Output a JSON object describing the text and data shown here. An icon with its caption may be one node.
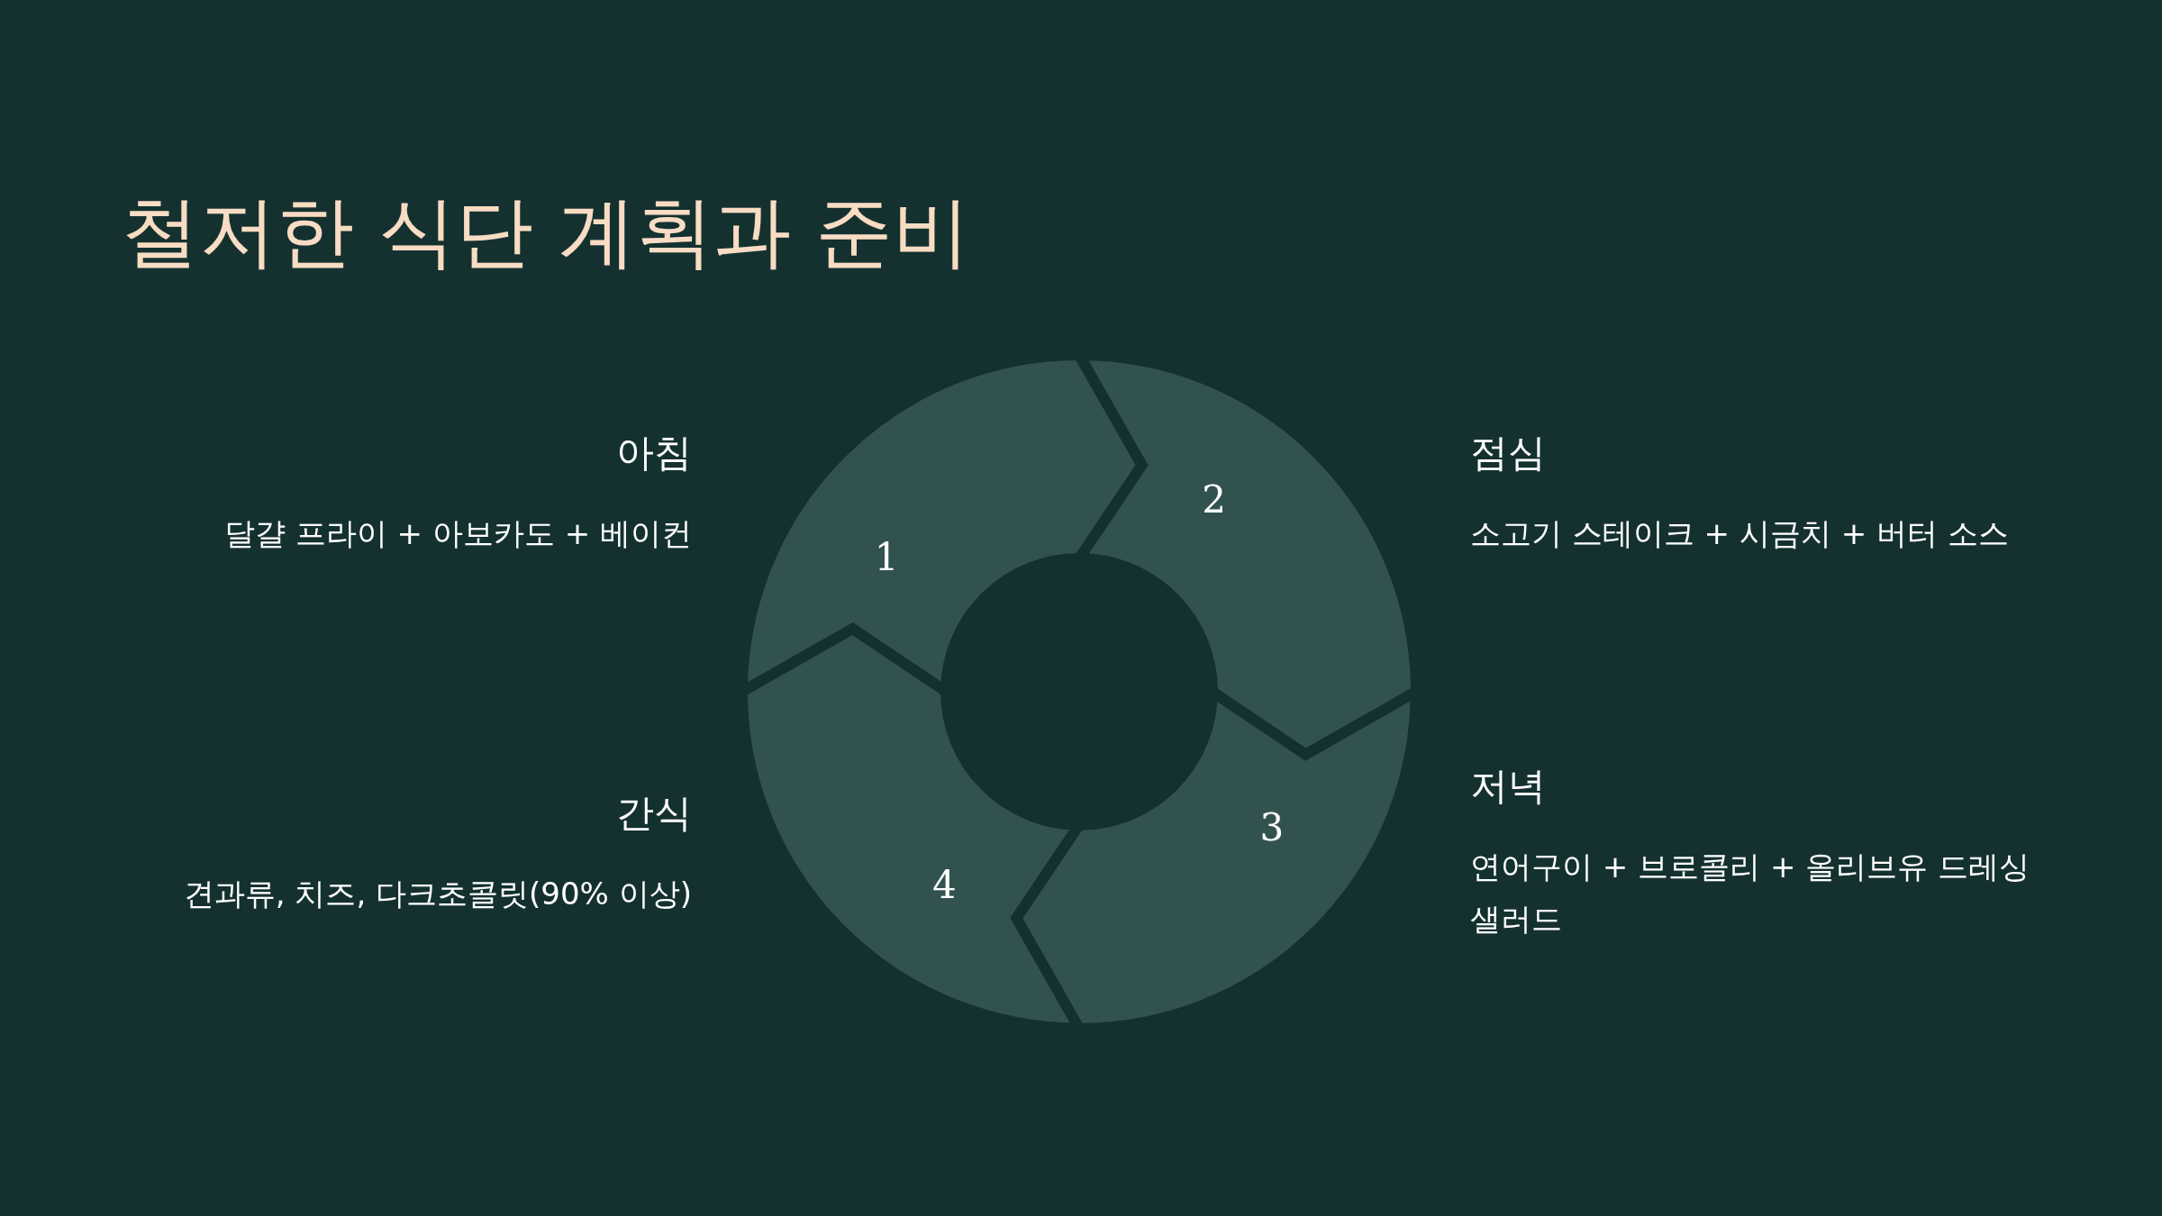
{
  "diagram": {
    "title": "철저한 식단 계획과 준비",
    "nodes": [
      {
        "text": [
          "1"
        ],
        "beside": [
          "아침",
          "달걀 프라이 + 아보카도 + 베이컨"
        ]
      },
      {
        "text": [
          "2"
        ],
        "beside": [
          "점심",
          "소고기 스테이크 + 시금치 + 버터 소스"
        ]
      },
      {
        "text": [
          "3"
        ],
        "beside": [
          "저녁",
          "연어구이 + 브로콜리 + 올리브유 드레싱 샐러드"
        ]
      },
      {
        "text": [
          "4"
        ],
        "beside": [
          "간식",
          "견과류, 치즈, 다크초콜릿(90% 이상)"
        ]
      }
    ]
  }
}
